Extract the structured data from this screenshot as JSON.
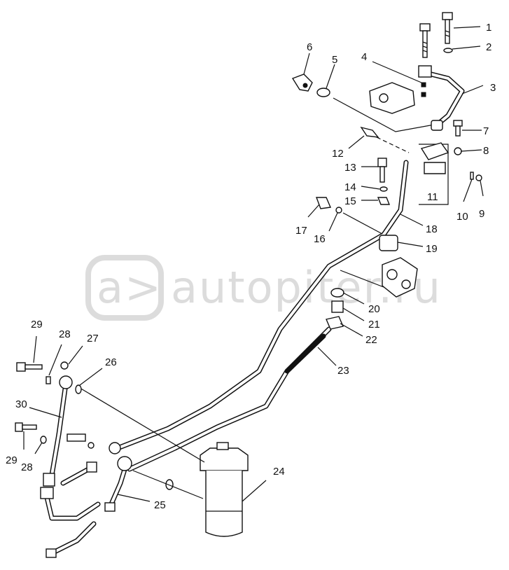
{
  "watermark": {
    "text": "autopiter.ru",
    "logo": "a>"
  },
  "callouts": [
    "1",
    "2",
    "3",
    "4",
    "5",
    "6",
    "7",
    "8",
    "9",
    "10",
    "11",
    "12",
    "13",
    "14",
    "15",
    "16",
    "17",
    "18",
    "19",
    "20",
    "21",
    "22",
    "23",
    "24",
    "25",
    "26",
    "27",
    "28",
    "29",
    "30",
    "29",
    "28"
  ]
}
